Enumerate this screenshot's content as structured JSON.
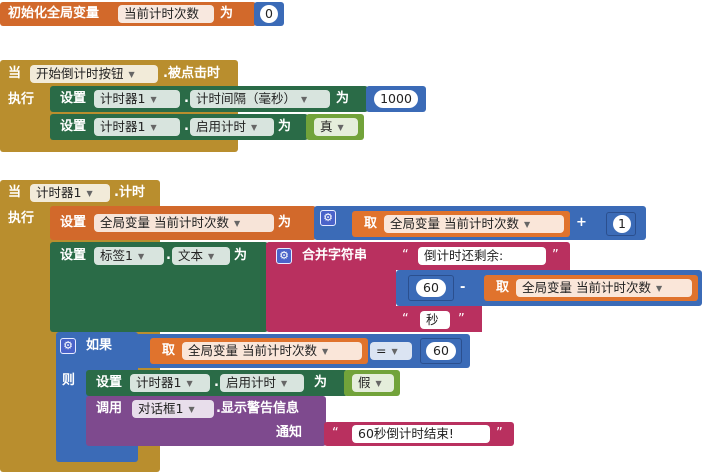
{
  "block1": {
    "text": "初始化全局变量",
    "var_name": "当前计时次数",
    "to": "为",
    "value": "0"
  },
  "block2": {
    "when": "当",
    "component": "开始倒计时按钮",
    "event": ".被点击时",
    "do": "执行",
    "stmt1": {
      "set": "设置",
      "component": "计时器1",
      "dot": ".",
      "property": "计时间隔（毫秒）",
      "to": "为",
      "value": "1000"
    },
    "stmt2": {
      "set": "设置",
      "component": "计时器1",
      "dot": ".",
      "property": "启用计时",
      "to": "为",
      "value": "真"
    }
  },
  "block3": {
    "when": "当",
    "component": "计时器1",
    "event": ".计时",
    "do": "执行",
    "stmt1": {
      "set": "设置",
      "var": "全局变量 当前计时次数",
      "to": "为",
      "get": "取",
      "get_var": "全局变量 当前计时次数",
      "op": "+",
      "value": "1"
    },
    "stmt2": {
      "set": "设置",
      "component": "标签1",
      "dot": ".",
      "property": "文本",
      "to": "为",
      "join": "合并字符串",
      "str1": "倒计时还剩余:",
      "num": "60",
      "op": "-",
      "get": "取",
      "get_var": "全局变量 当前计时次数",
      "str2": "秒"
    },
    "if_block": {
      "if": "如果",
      "get": "取",
      "get_var": "全局变量 当前计时次数",
      "op": "=",
      "value": "60",
      "then": "则",
      "stmt1": {
        "set": "设置",
        "component": "计时器1",
        "dot": ".",
        "property": "启用计时",
        "to": "为",
        "value": "假"
      },
      "stmt2": {
        "call": "调用",
        "component": "对话框1",
        "method": ".显示警告信息",
        "notice": "通知",
        "message": "60秒倒计时结束!"
      }
    }
  },
  "colors": {
    "variable": "#d2692b",
    "event": "#b98e2e",
    "setter": "#2a6b47",
    "math": "#3b6bb7",
    "text": "#b9305f",
    "logic": "#72a33a",
    "component_call": "#7e4a8e"
  }
}
